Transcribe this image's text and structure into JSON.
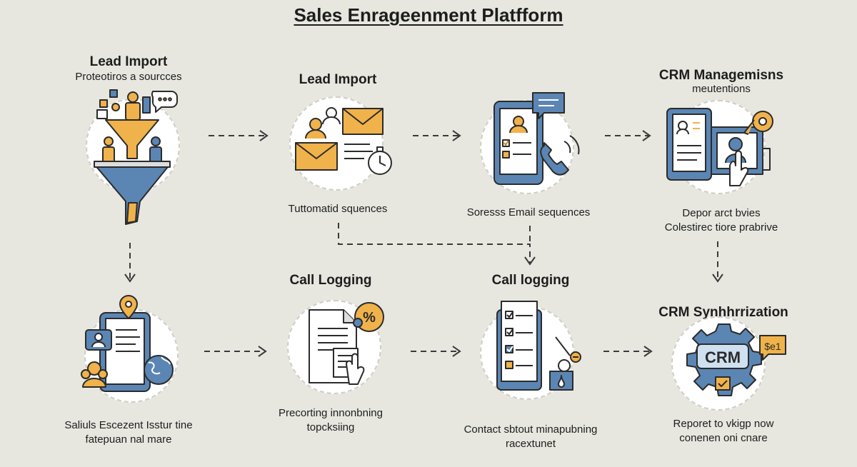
{
  "title": "Sales Enrageenment Platfform",
  "nodes": [
    {
      "id": "n1",
      "heading": "Lead Import",
      "sub": [
        "Proteotiros a sourcces"
      ],
      "icon": "funnel-icon"
    },
    {
      "id": "n2",
      "heading": "Lead Import",
      "sub": [
        "Tuttomatid squences"
      ],
      "icon": "email-icon"
    },
    {
      "id": "n3",
      "heading": "",
      "sub": [
        "Soresss Email sequences"
      ],
      "icon": "phone-checklist-icon"
    },
    {
      "id": "n4",
      "heading": "CRM Managemisns",
      "sub": [
        "meutentions",
        "Depor  arct bvies",
        "Colestirec tiore prabrive"
      ],
      "icon": "crm-device-icon"
    },
    {
      "id": "n5",
      "heading": "",
      "sub": [
        "Saliuls Escezent Isstur tine",
        "fatepuan nal mare"
      ],
      "icon": "tablet-location-icon"
    },
    {
      "id": "n6",
      "heading": "Call Logging",
      "sub": [
        "Precorting innonbning",
        "topcksiing"
      ],
      "icon": "document-click-icon"
    },
    {
      "id": "n7",
      "heading": "Call logging",
      "sub": [
        "Contact sbtout minapubning",
        "racextunet"
      ],
      "icon": "tablet-checklist-icon"
    },
    {
      "id": "n8",
      "heading": "CRM Synhhrrization",
      "sub": [
        "Reporet to vkigp now",
        "conenen oni cnare"
      ],
      "icon": "crm-gear-icon"
    }
  ],
  "badges": {
    "crm": "CRM",
    "sel": "$e1",
    "percent": "%"
  },
  "colors": {
    "blue": "#5b86b4",
    "orange": "#f0b24a",
    "dark": "#2b2b2b",
    "background": "#e7e7e0"
  }
}
